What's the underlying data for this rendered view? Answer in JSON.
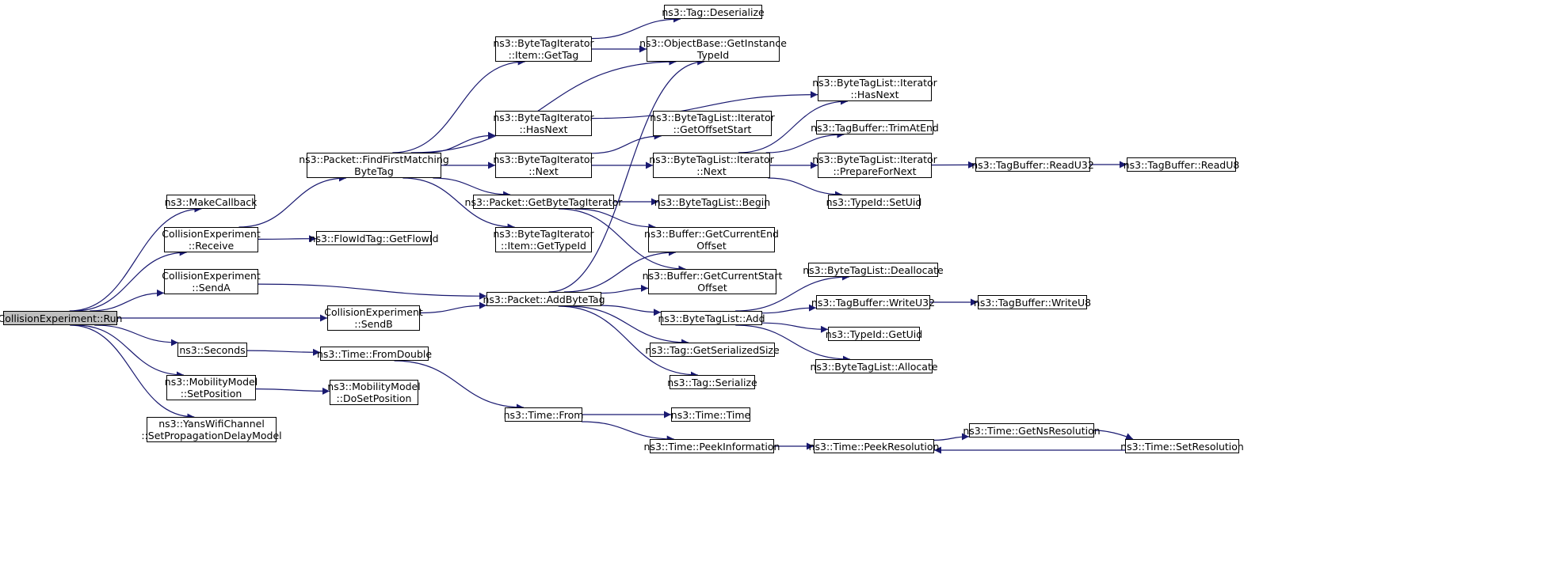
{
  "nodes": {
    "run": "CollisionExperiment::Run",
    "makecallback": "ns3::MakeCallback",
    "receive": "CollisionExperiment\n::Receive",
    "senda": "CollisionExperiment\n::SendA",
    "sendb": "CollisionExperiment\n::SendB",
    "seconds": "ns3::Seconds",
    "setposition": "ns3::MobilityModel\n::SetPosition",
    "setpropdelay": "ns3::YansWifiChannel\n::SetPropagationDelayModel",
    "findfirst": "ns3::Packet::FindFirstMatching\nByteTag",
    "getflowid": "ns3::FlowIdTag::GetFlowId",
    "addbytetag": "ns3::Packet::AddByteTag",
    "fromdouble": "ns3::Time::FromDouble",
    "dosetposition": "ns3::MobilityModel\n::DoSetPosition",
    "itemgettag": "ns3::ByteTagIterator\n::Item::GetTag",
    "bti_hasnext": "ns3::ByteTagIterator\n::HasNext",
    "bti_next": "ns3::ByteTagIterator\n::Next",
    "getbytetagiter": "ns3::Packet::GetByteTagIterator",
    "itemgettypeid": "ns3::ByteTagIterator\n::Item::GetTypeId",
    "timefrom": "ns3::Time::From",
    "tagdeserialize": "ns3::Tag::Deserialize",
    "getinstancetypeid": "ns3::ObjectBase::GetInstance\nTypeId",
    "btl_getoffsetstart": "ns3::ByteTagList::Iterator\n::GetOffsetStart",
    "btl_next": "ns3::ByteTagList::Iterator\n::Next",
    "btl_begin": "ns3::ByteTagList::Begin",
    "buf_endoffset": "ns3::Buffer::GetCurrentEnd\nOffset",
    "buf_startoffset": "ns3::Buffer::GetCurrentStart\nOffset",
    "btl_add": "ns3::ByteTagList::Add",
    "tag_getsersize": "ns3::Tag::GetSerializedSize",
    "tag_serialize": "ns3::Tag::Serialize",
    "time_time": "ns3::Time::Time",
    "peekinfo": "ns3::Time::PeekInformation",
    "btl_hasnext": "ns3::ByteTagList::Iterator\n::HasNext",
    "trimatend": "ns3::TagBuffer::TrimAtEnd",
    "prepnext": "ns3::ByteTagList::Iterator\n::PrepareForNext",
    "setuid": "ns3::TypeId::SetUid",
    "dealloc": "ns3::ByteTagList::Deallocate",
    "writeu32": "ns3::TagBuffer::WriteU32",
    "getuid": "ns3::TypeId::GetUid",
    "allocate": "ns3::ByteTagList::Allocate",
    "peekres": "ns3::Time::PeekResolution",
    "readu32": "ns3::TagBuffer::ReadU32",
    "readu8": "ns3::TagBuffer::ReadU8",
    "writeu8": "ns3::TagBuffer::WriteU8",
    "getnsres": "ns3::Time::GetNsResolution",
    "setres": "ns3::Time::SetResolution"
  },
  "edges": [
    [
      "run",
      "makecallback"
    ],
    [
      "run",
      "receive"
    ],
    [
      "run",
      "senda"
    ],
    [
      "run",
      "sendb"
    ],
    [
      "run",
      "seconds"
    ],
    [
      "run",
      "setposition"
    ],
    [
      "run",
      "setpropdelay"
    ],
    [
      "receive",
      "findfirst"
    ],
    [
      "receive",
      "getflowid"
    ],
    [
      "senda",
      "addbytetag"
    ],
    [
      "sendb",
      "addbytetag"
    ],
    [
      "seconds",
      "fromdouble"
    ],
    [
      "setposition",
      "dosetposition"
    ],
    [
      "findfirst",
      "itemgettag"
    ],
    [
      "findfirst",
      "getinstancetypeid"
    ],
    [
      "findfirst",
      "bti_hasnext"
    ],
    [
      "findfirst",
      "bti_next"
    ],
    [
      "findfirst",
      "getbytetagiter"
    ],
    [
      "findfirst",
      "itemgettypeid"
    ],
    [
      "itemgettag",
      "tagdeserialize"
    ],
    [
      "itemgettag",
      "getinstancetypeid"
    ],
    [
      "bti_hasnext",
      "btl_hasnext"
    ],
    [
      "bti_next",
      "btl_getoffsetstart"
    ],
    [
      "bti_next",
      "btl_next"
    ],
    [
      "getbytetagiter",
      "btl_begin"
    ],
    [
      "getbytetagiter",
      "buf_endoffset"
    ],
    [
      "getbytetagiter",
      "buf_startoffset"
    ],
    [
      "addbytetag",
      "getinstancetypeid"
    ],
    [
      "addbytetag",
      "buf_endoffset"
    ],
    [
      "addbytetag",
      "buf_startoffset"
    ],
    [
      "addbytetag",
      "btl_add"
    ],
    [
      "addbytetag",
      "tag_getsersize"
    ],
    [
      "addbytetag",
      "tag_serialize"
    ],
    [
      "btl_next",
      "btl_hasnext"
    ],
    [
      "btl_next",
      "trimatend"
    ],
    [
      "btl_next",
      "prepnext"
    ],
    [
      "btl_next",
      "setuid"
    ],
    [
      "prepnext",
      "readu32"
    ],
    [
      "readu32",
      "readu8"
    ],
    [
      "btl_add",
      "dealloc"
    ],
    [
      "btl_add",
      "writeu32"
    ],
    [
      "btl_add",
      "getuid"
    ],
    [
      "btl_add",
      "allocate"
    ],
    [
      "writeu32",
      "writeu8"
    ],
    [
      "fromdouble",
      "timefrom"
    ],
    [
      "timefrom",
      "time_time"
    ],
    [
      "timefrom",
      "peekinfo"
    ],
    [
      "peekinfo",
      "peekres"
    ],
    [
      "peekres",
      "getnsres"
    ],
    [
      "getnsres",
      "setres"
    ],
    [
      "setres",
      "peekres"
    ]
  ],
  "colors": {
    "edge": "#191970",
    "node_border": "#000000",
    "root_fill": "#bfbfbf"
  }
}
